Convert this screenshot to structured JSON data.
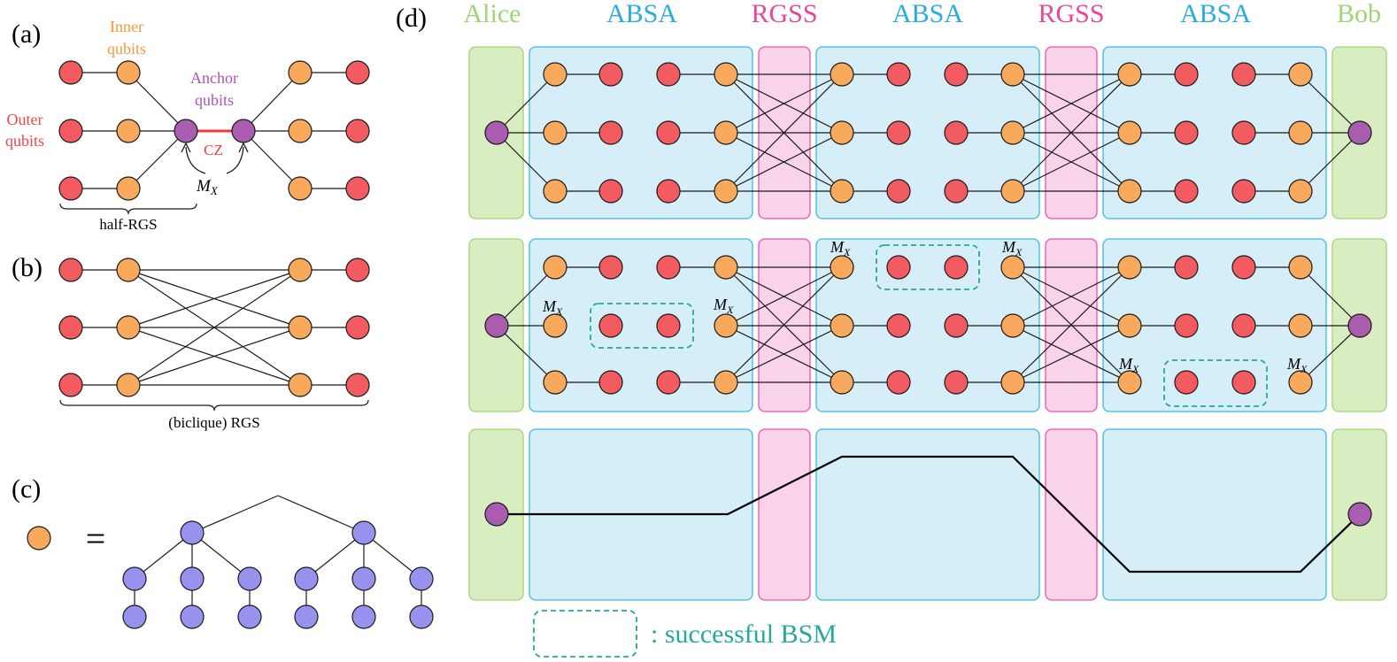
{
  "panels": {
    "a": "(a)",
    "b": "(b)",
    "c": "(c)",
    "d": "(d)"
  },
  "panel_a": {
    "inner_label": [
      "Inner",
      "qubits"
    ],
    "anchor_label": [
      "Anchor",
      "qubits"
    ],
    "outer_label": [
      "Outer",
      "qubits"
    ],
    "cz_label": "CZ",
    "mx_label": "M",
    "mx_sub": "X",
    "brace_label": "half-RGS"
  },
  "panel_b": {
    "brace_label": "(biclique) RGS"
  },
  "panel_c": {
    "equals": "="
  },
  "panel_d": {
    "headers": [
      "Alice",
      "ABSA",
      "RGSS",
      "ABSA",
      "RGSS",
      "ABSA",
      "Bob"
    ],
    "mx_label": "M",
    "mx_sub": "X",
    "legend_text": ": successful BSM"
  },
  "colors": {
    "outer": "#f25c60",
    "inner": "#f9a95c",
    "anchor": "#a95cb0",
    "tree": "#9892ef",
    "cz_edge": "#ee3d3d",
    "alice_bob_fill": "#d8edc0",
    "alice_bob_stroke": "#9fd674",
    "absa_fill": "#d6eef8",
    "absa_stroke": "#3fb8e2",
    "rgss_fill": "#f9d3e9",
    "rgss_stroke": "#e853b1",
    "alice_text": "#9fd674",
    "absa_text": "#2aace0",
    "rgss_text": "#e8459c",
    "outer_text": "#f0454a",
    "inner_text": "#f49a3c",
    "anchor_text": "#a856b3",
    "bsm_box": "#27a89c"
  }
}
